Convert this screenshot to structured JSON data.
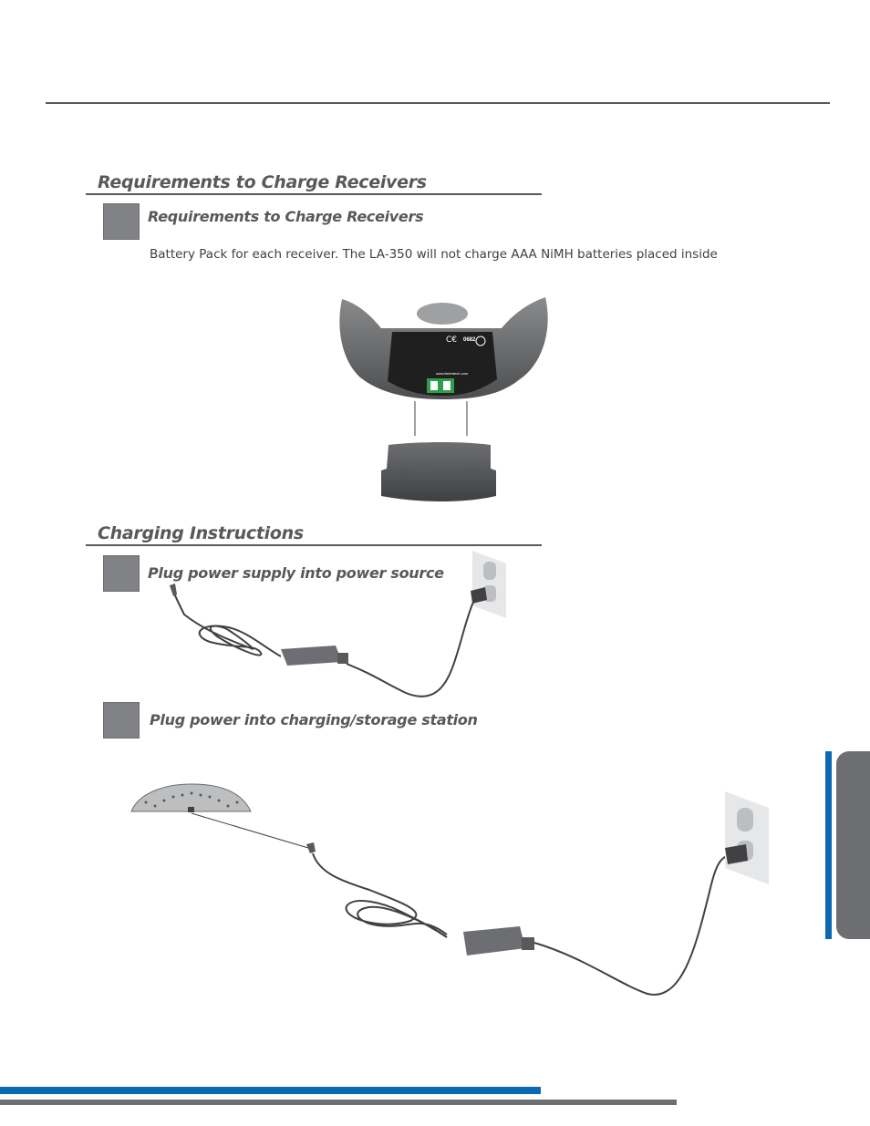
{
  "sections": {
    "requirements": {
      "title": "Requirements to Charge Receivers",
      "step_title": "Requirements to Charge Receivers",
      "body": "Battery Pack for each receiver. The LA-350 will not charge AAA NiMH batteries placed inside"
    },
    "charging": {
      "title": "Charging Instructions",
      "step1_title": "Plug power supply into power source",
      "step2_title": "Plug power into charging/storage station"
    }
  },
  "receiver_label": {
    "ce_mark": "C€",
    "cert_number": "0682",
    "website": "www.listentech.com"
  },
  "colors": {
    "accent_blue": "#0a69b0",
    "dark_grey": "#58595b",
    "step_grey": "#808285"
  }
}
